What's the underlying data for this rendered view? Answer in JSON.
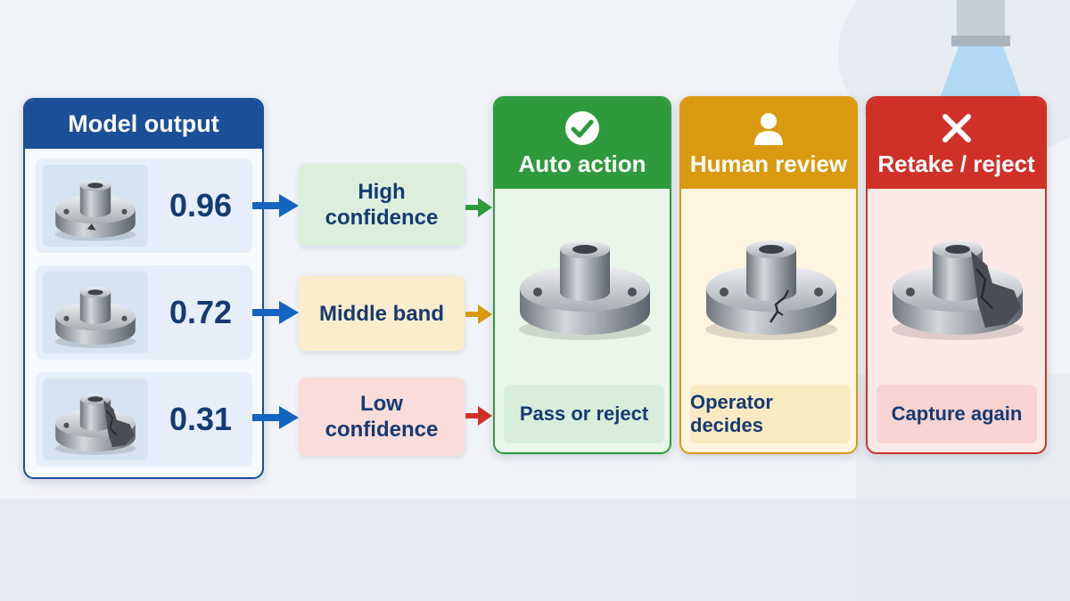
{
  "model_output": {
    "title": "Model output",
    "rows": [
      {
        "score": "0.96",
        "part": "flange-part-minor-chip-icon"
      },
      {
        "score": "0.72",
        "part": "flange-part-icon"
      },
      {
        "score": "0.31",
        "part": "flange-part-broken-icon"
      }
    ]
  },
  "confidence_bands": [
    {
      "label": "High\nconfidence",
      "color": "#dcefdc"
    },
    {
      "label": "Middle band",
      "color": "#fbeccb"
    },
    {
      "label": "Low\nconfidence",
      "color": "#fadcda"
    }
  ],
  "outcomes": [
    {
      "icon": "check-circle-icon",
      "title": "Auto action",
      "part": "flange-part-intact-icon",
      "footer": "Pass or reject",
      "color": "#2e9a3c"
    },
    {
      "icon": "person-icon",
      "title": "Human review",
      "part": "flange-part-cracked-icon",
      "footer": "Operator decides",
      "color": "#d99a10"
    },
    {
      "icon": "x-icon",
      "title": "Retake / reject",
      "part": "flange-part-broken-icon",
      "footer": "Capture again",
      "color": "#cf3128"
    }
  ],
  "arrow_colors": {
    "blue": "#1565c0",
    "green": "#2e9a3c",
    "amber": "#d99a10",
    "red": "#cf3128"
  }
}
